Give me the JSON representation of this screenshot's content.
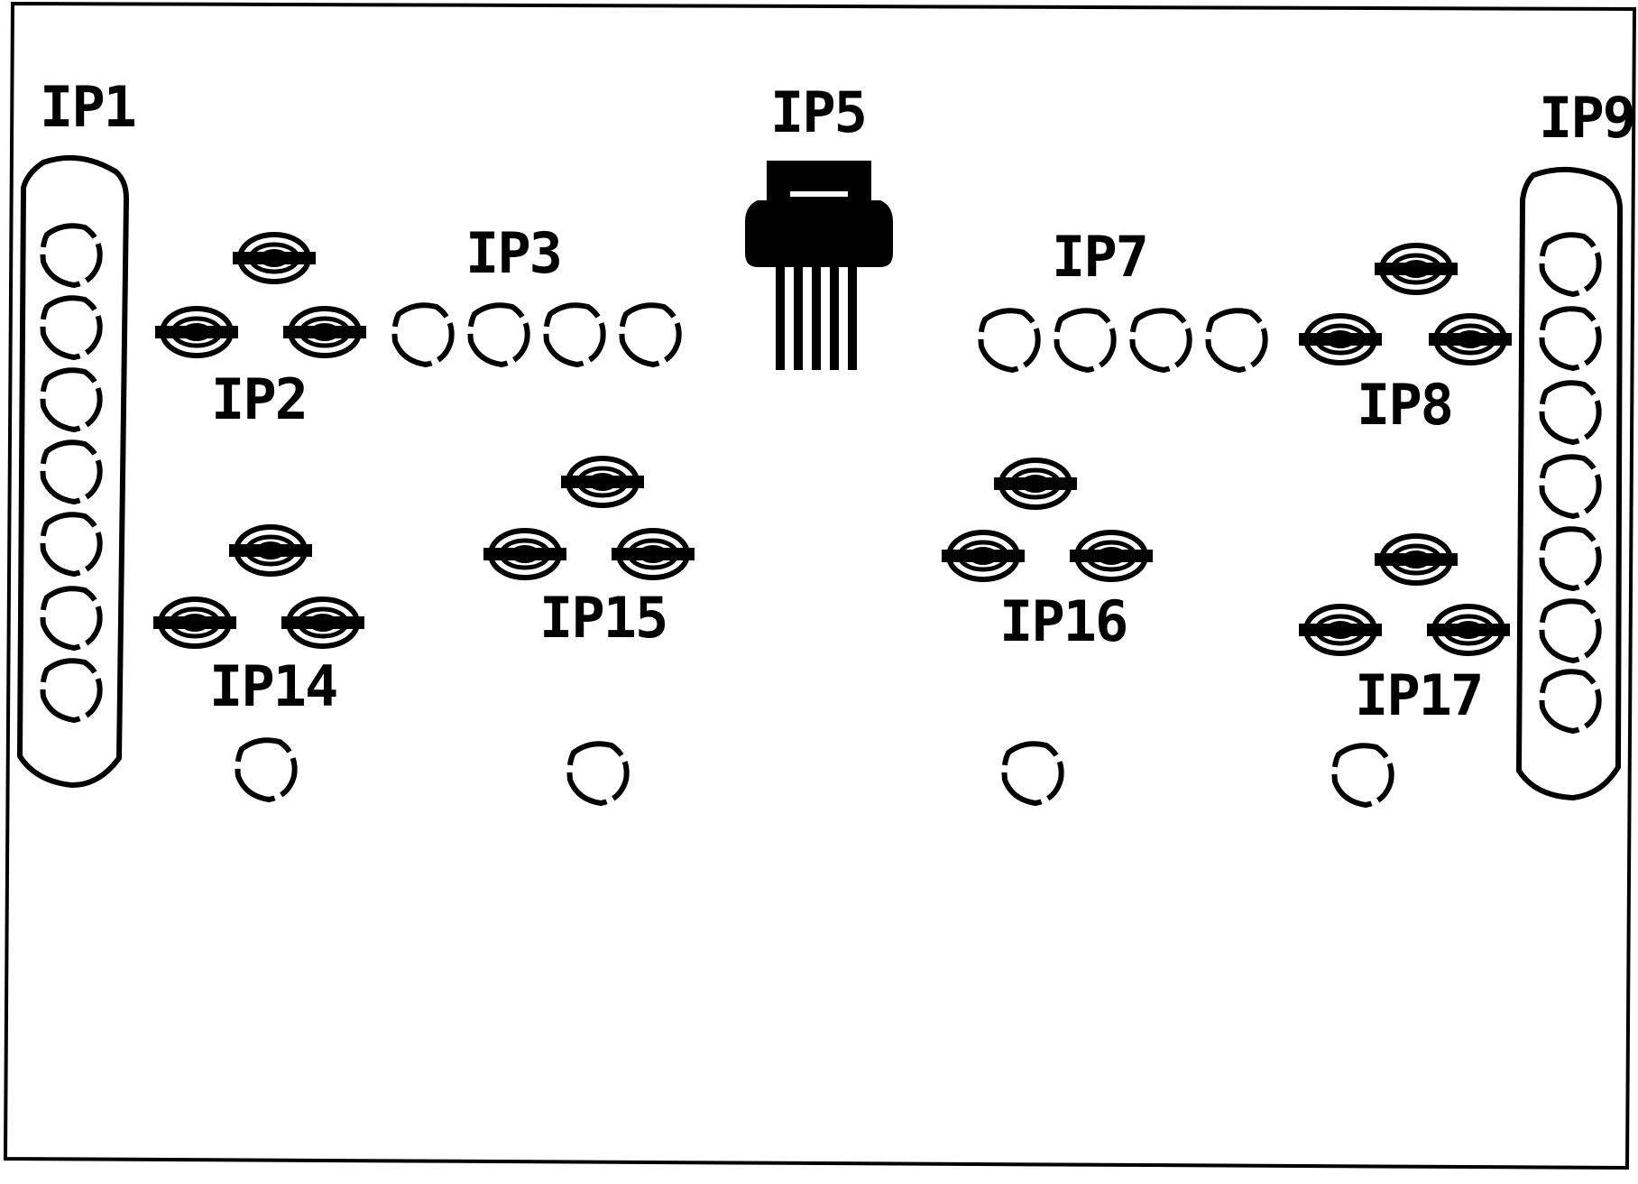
{
  "colors": {
    "ink": "#000000",
    "paper": "#ffffff"
  },
  "labels": {
    "ip1": "IP1",
    "ip2": "IP2",
    "ip3": "IP3",
    "ip5": "IP5",
    "ip7": "IP7",
    "ip8": "IP8",
    "ip9": "IP9",
    "ip14": "IP14",
    "ip15": "IP15",
    "ip16": "IP16",
    "ip17": "IP17"
  }
}
